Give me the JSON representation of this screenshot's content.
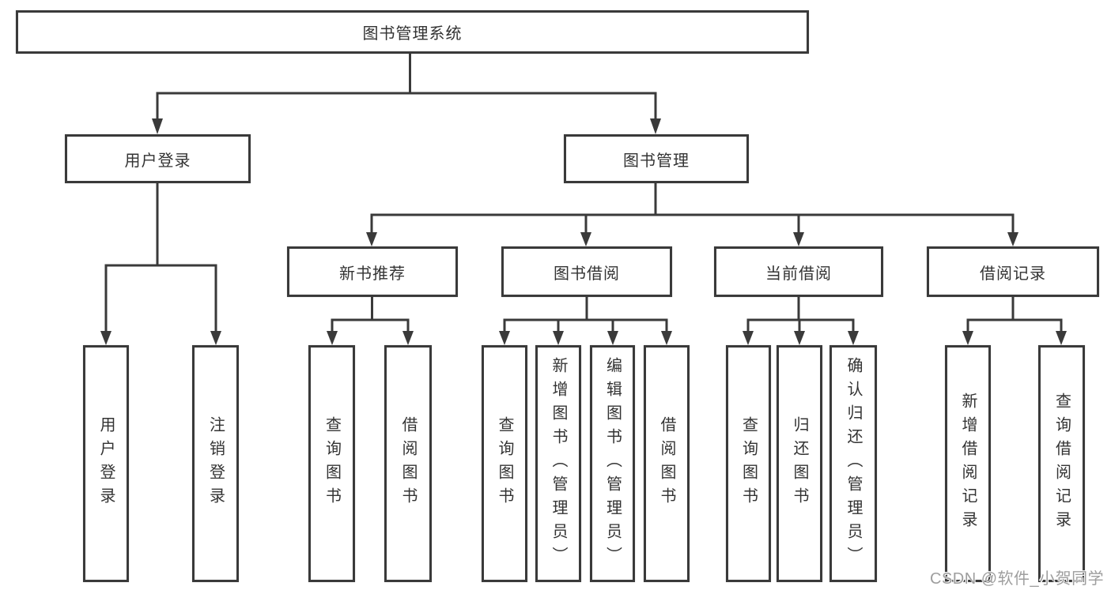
{
  "colors": {
    "line": "#3a3a3a",
    "box_border": "#3a3a3a",
    "text": "#333333",
    "watermark_text": "#9e9e9e",
    "background": "#ffffff"
  },
  "watermark": "CSDN @软件_小贺同学",
  "nodes": {
    "root": {
      "label": "图书管理系统"
    },
    "login": {
      "label": "用户登录",
      "children": [
        {
          "label": "用户登录"
        },
        {
          "label": "注销登录"
        }
      ]
    },
    "mgmt": {
      "label": "图书管理",
      "children": [
        {
          "label": "新书推荐",
          "children": [
            {
              "label": "查询图书"
            },
            {
              "label": "借阅图书"
            }
          ]
        },
        {
          "label": "图书借阅",
          "children": [
            {
              "label": "查询图书"
            },
            {
              "label": "新增图书（管理员）"
            },
            {
              "label": "编辑图书（管理员）"
            },
            {
              "label": "借阅图书"
            }
          ]
        },
        {
          "label": "当前借阅",
          "children": [
            {
              "label": "查询图书"
            },
            {
              "label": "归还图书"
            },
            {
              "label": "确认归还（管理员）"
            }
          ]
        },
        {
          "label": "借阅记录",
          "children": [
            {
              "label": "新增借阅记录"
            },
            {
              "label": "查询借阅记录"
            }
          ]
        }
      ]
    }
  }
}
